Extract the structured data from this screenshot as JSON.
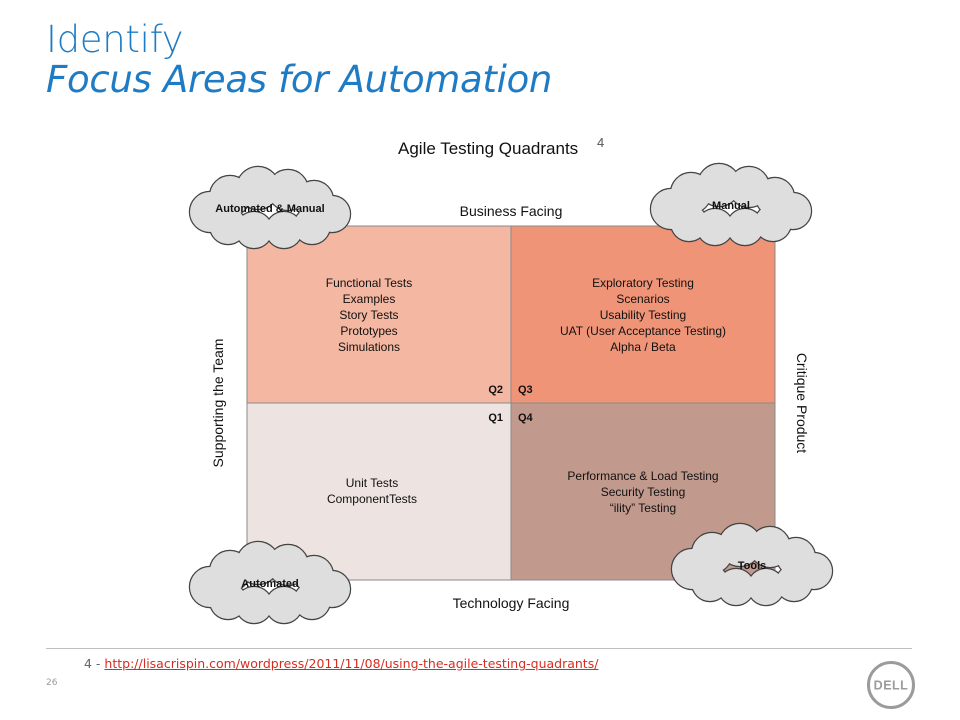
{
  "slide": {
    "title": "Identify",
    "subtitle": "Focus Areas for Automation",
    "page_number": "26"
  },
  "diagram": {
    "title": "Agile Testing Quadrants",
    "title_superscript": "4",
    "top_label": "Business Facing",
    "bottom_label": "Technology Facing",
    "left_label": "Supporting the Team",
    "right_label": "Critique Product",
    "quadrants": {
      "q2": {
        "id": "Q2",
        "color": "#f4b7a1",
        "lines": [
          "Functional Tests",
          "Examples",
          "Story Tests",
          "Prototypes",
          "Simulations"
        ]
      },
      "q3": {
        "id": "Q3",
        "color": "#f09478",
        "lines": [
          "Exploratory Testing",
          "Scenarios",
          "Usability Testing",
          "UAT (User Acceptance Testing)",
          "Alpha / Beta"
        ]
      },
      "q1": {
        "id": "Q1",
        "color": "#ede3e0",
        "lines": [
          "Unit Tests",
          "ComponentTests"
        ]
      },
      "q4": {
        "id": "Q4",
        "color": "#c29a8d",
        "lines": [
          "Performance & Load Testing",
          "Security Testing",
          "“ility” Testing"
        ]
      }
    },
    "clouds": {
      "top_left": "Automated & Manual",
      "top_right": "Manual",
      "bottom_left": "Automated",
      "bottom_right": "Tools"
    }
  },
  "footnote": {
    "prefix": "4 - ",
    "link_text": "http://lisacrispin.com/wordpress/2011/11/08/using-the-agile-testing-quadrants/"
  },
  "logo": {
    "text": "DELL",
    "icon": "dell-logo-icon",
    "color": "#9b9b9b"
  }
}
